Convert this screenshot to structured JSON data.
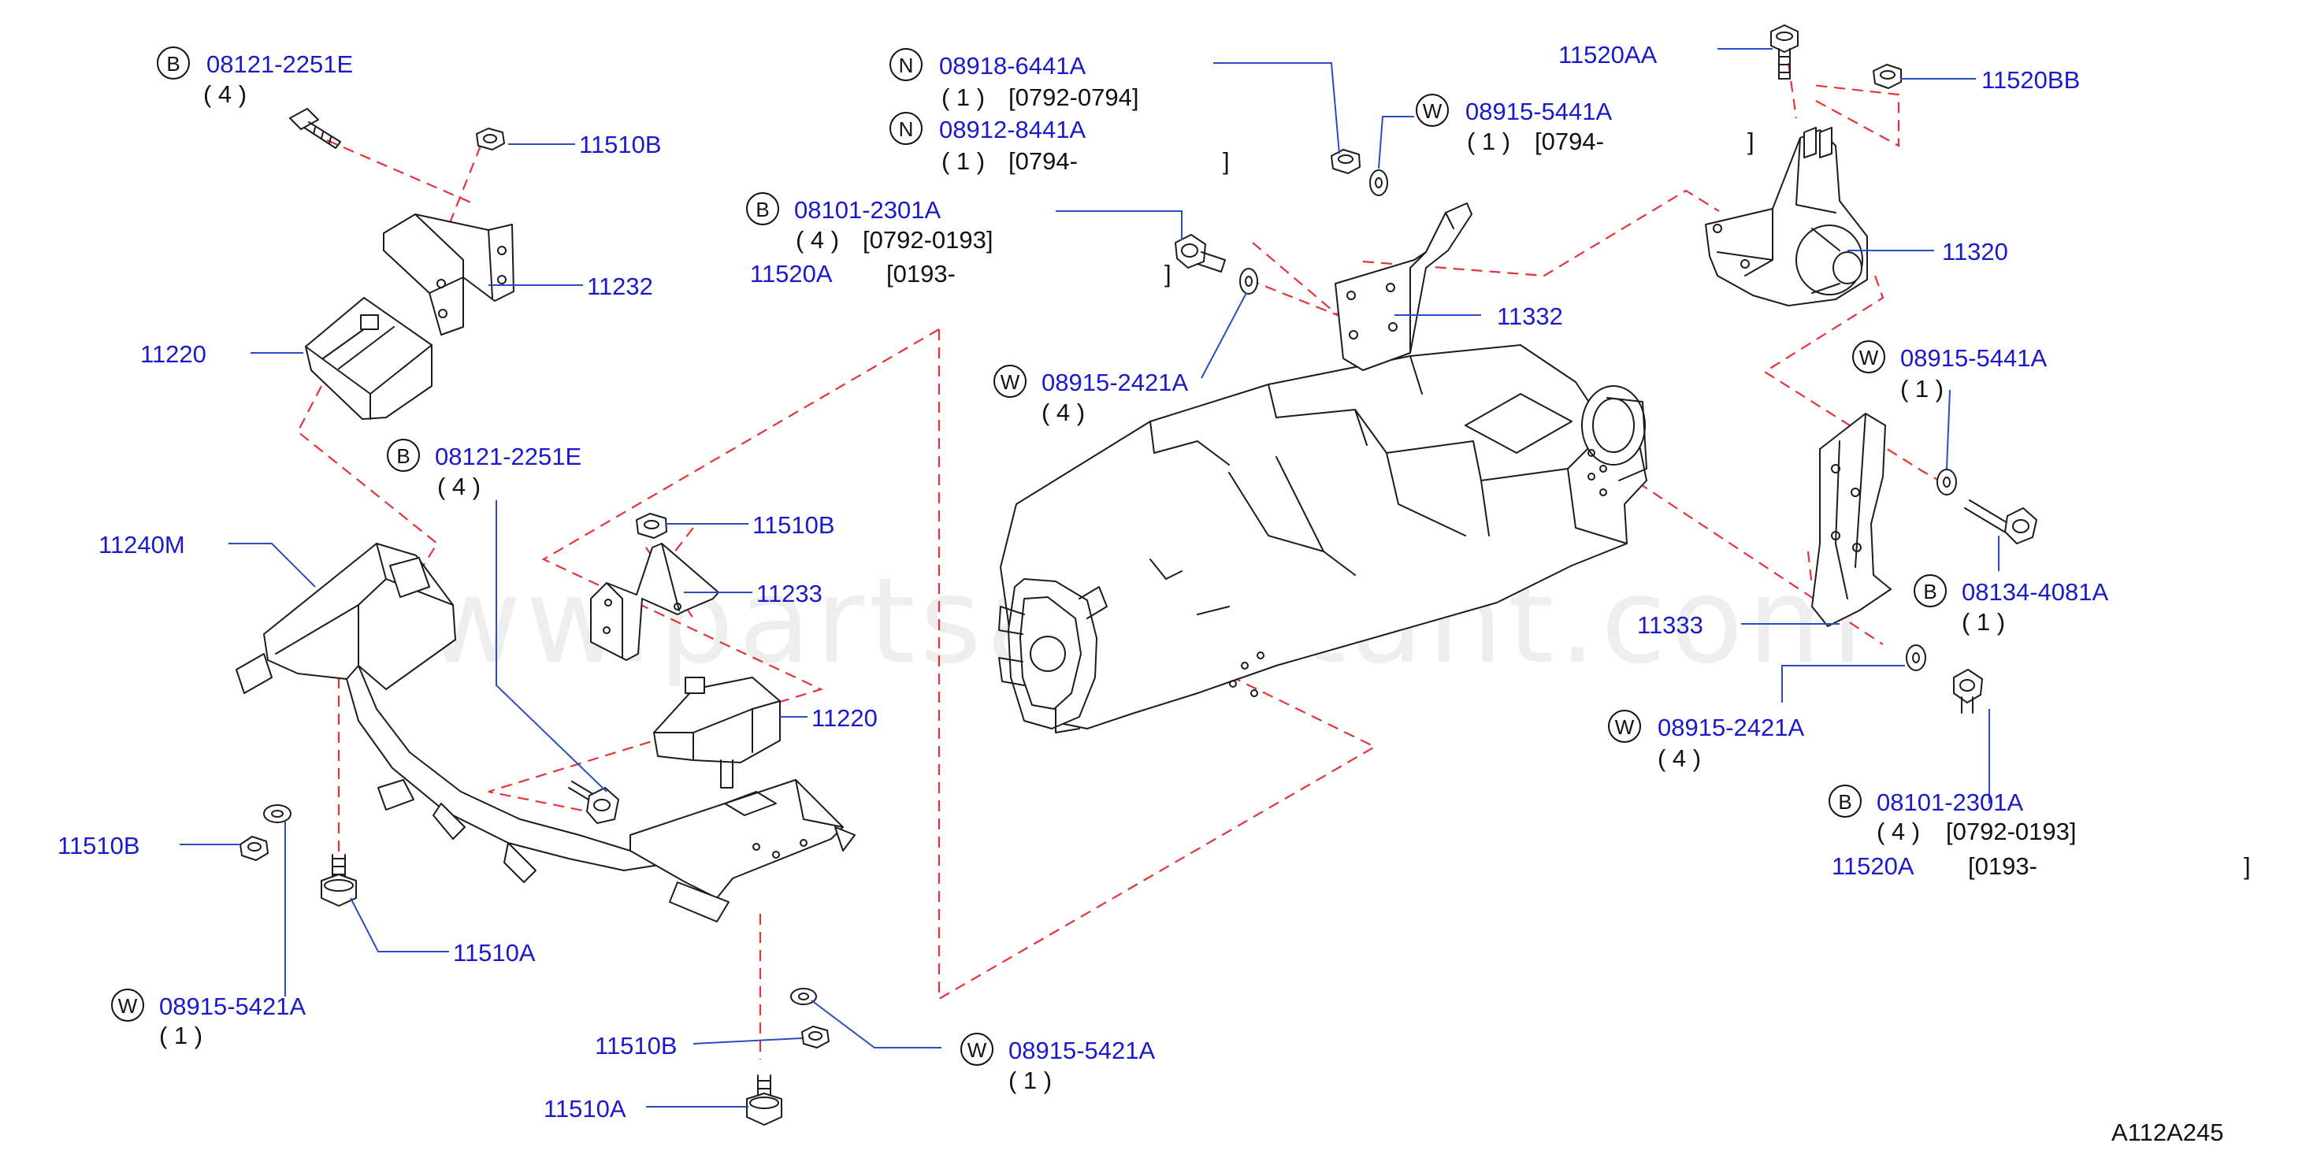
{
  "watermark": "www.partsassistant.com",
  "diagram_code": "A112A245",
  "colors": {
    "part_number_text": "#1a1acc",
    "leader_line": "#2a4ec0",
    "dashed_assembly_line": "#e8323a",
    "drawing_line": "#1c1c1c"
  },
  "callouts": {
    "b_08121_2251e_top": {
      "badge": "B",
      "number": "08121-2251E",
      "qty": "( 4 )"
    },
    "p_11510b_top": {
      "number": "11510B"
    },
    "p_11232": {
      "number": "11232"
    },
    "p_11220_left": {
      "number": "11220"
    },
    "b_08121_2251e_mid": {
      "badge": "B",
      "number": "08121-2251E",
      "qty": "( 4 )"
    },
    "p_11240m": {
      "number": "11240M"
    },
    "p_11510b_mid": {
      "number": "11510B"
    },
    "p_11233": {
      "number": "11233"
    },
    "p_11220_mid": {
      "number": "11220"
    },
    "p_11510b_lower_left": {
      "number": "11510B"
    },
    "p_11510a_left": {
      "number": "11510A"
    },
    "w_08915_5421a_left": {
      "badge": "W",
      "number": "08915-5421A",
      "qty": "( 1 )"
    },
    "p_11510b_bottom": {
      "number": "11510B"
    },
    "w_08915_5421a_bottom": {
      "badge": "W",
      "number": "08915-5421A",
      "qty": "( 1 )"
    },
    "p_11510a_bottom": {
      "number": "11510A"
    },
    "n_08918_6441a": {
      "badge": "N",
      "number": "08918-6441A",
      "qty": "( 1 )",
      "date": "[0792-0794]"
    },
    "n_08912_8441a": {
      "badge": "N",
      "number": "08912-8441A",
      "qty": "( 1 )",
      "date": "[0794-",
      "close": "]"
    },
    "b_08101_2301a_top": {
      "badge": "B",
      "number": "08101-2301A",
      "qty": "( 4 )",
      "date": "[0792-0193]"
    },
    "p_11520a_top": {
      "number": "11520A",
      "date": "[0193-",
      "close": "]"
    },
    "w_08915_2421a_top": {
      "badge": "W",
      "number": "08915-2421A",
      "qty": "( 4 )"
    },
    "w_08915_5441a_top": {
      "badge": "W",
      "number": "08915-5441A",
      "qty": "( 1 )",
      "date": "[0794-",
      "close": "]"
    },
    "p_11332": {
      "number": "11332"
    },
    "p_11520aa": {
      "number": "11520AA"
    },
    "p_11520bb": {
      "number": "11520BB"
    },
    "p_11320": {
      "number": "11320"
    },
    "w_08915_5441a_right": {
      "badge": "W",
      "number": "08915-5441A",
      "qty": "( 1 )"
    },
    "b_08134_4081a": {
      "badge": "B",
      "number": "08134-4081A",
      "qty": "( 1 )"
    },
    "p_11333": {
      "number": "11333"
    },
    "w_08915_2421a_right": {
      "badge": "W",
      "number": "08915-2421A",
      "qty": "( 4 )"
    },
    "b_08101_2301a_right": {
      "badge": "B",
      "number": "08101-2301A",
      "qty": "( 4 )",
      "date": "[0792-0193]"
    },
    "p_11520a_right": {
      "number": "11520A",
      "date": "[0193-",
      "close": "]"
    }
  }
}
